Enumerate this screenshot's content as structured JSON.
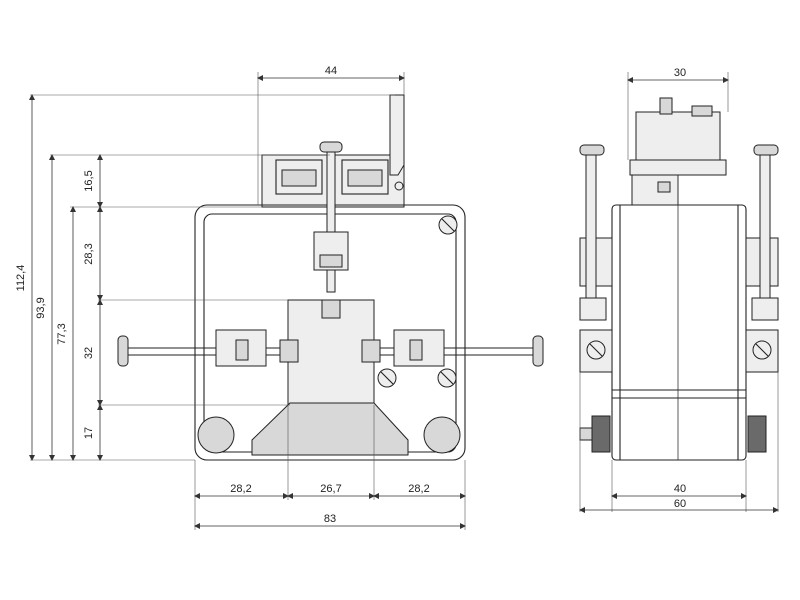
{
  "front_view": {
    "dimensions": {
      "top_width": "44",
      "total_height": "112,4",
      "height_93": "93,9",
      "height_77": "77,3",
      "upper_16": "16,5",
      "mid_28": "28,3",
      "window_32": "32",
      "bottom_17": "17",
      "left_28": "28,2",
      "center_26": "26,7",
      "right_28": "28,2",
      "total_width": "83"
    }
  },
  "side_view": {
    "dimensions": {
      "top_width": "30",
      "inner_width": "40",
      "total_width": "60"
    }
  }
}
